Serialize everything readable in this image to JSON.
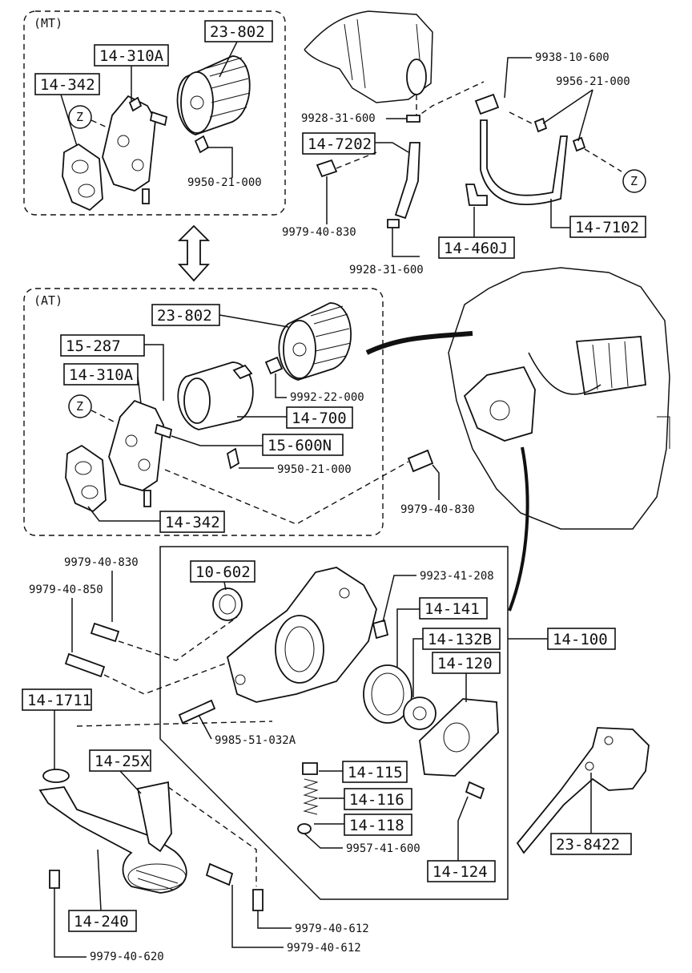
{
  "sections": {
    "mt": "(MT)",
    "at": "(AT)"
  },
  "callout": "Z",
  "labels": {
    "mt_filter": "23-802",
    "mt_body": "14-310A",
    "mt_gasket": "14-342",
    "mt_stud": "9950-21-000",
    "bolt_top": "9979-40-830",
    "union_bolt_a": "9928-31-600",
    "pipe_7202": "14-7202",
    "union_bolt_b": "9928-31-600",
    "clip": "14-460J",
    "hose_7102": "14-7102",
    "bolt_9938": "9938-10-600",
    "washer_9956": "9956-21-000",
    "at_filter": "23-802",
    "at_cap": "15-287",
    "at_body": "14-310A",
    "at_nut": "9992-22-000",
    "at_cooler": "14-700",
    "at_valve": "15-600N",
    "at_stud": "9950-21-000",
    "at_bolt": "9979-40-830",
    "at_gasket": "14-342",
    "bolt_830": "9979-40-830",
    "bolt_850": "9979-40-850",
    "seal": "10-602",
    "pin": "9923-41-208",
    "outer_rotor": "14-141",
    "inner_rotor": "14-132B",
    "cover": "14-120",
    "pump_assy": "14-100",
    "gasket_1711": "14-1711",
    "bracket": "14-25X",
    "stud_9985": "9985-51-032A",
    "plunger": "14-115",
    "spring": "14-116",
    "ring": "14-118",
    "ring_9957": "9957-41-600",
    "screw_124": "14-124",
    "strainer": "14-240",
    "bolt_620": "9979-40-620",
    "bolt_612a": "9979-40-612",
    "bolt_612b": "9979-40-612",
    "gasket_8422": "23-8422"
  }
}
